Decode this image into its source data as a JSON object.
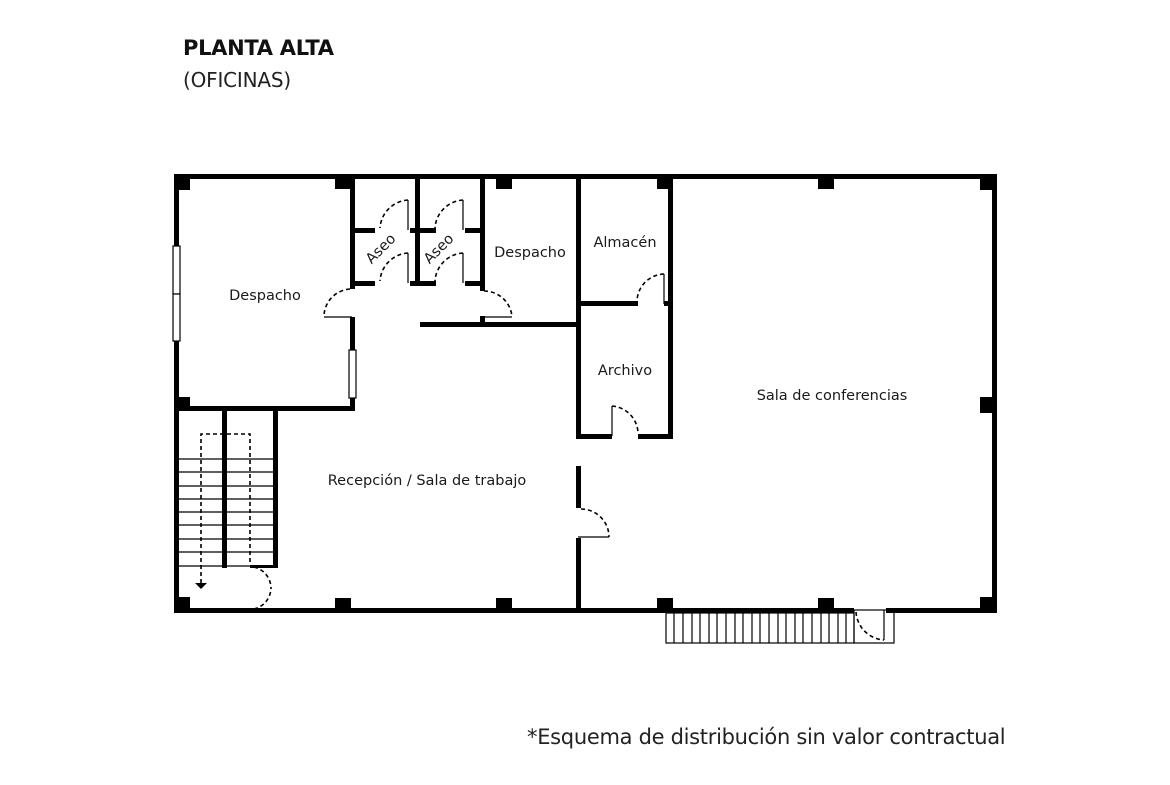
{
  "header": {
    "title": "PLANTA ALTA",
    "subtitle": "(OFICINAS)"
  },
  "rooms": [
    {
      "id": "despacho-1",
      "label": "Despacho"
    },
    {
      "id": "aseo-1",
      "label": "Aseo"
    },
    {
      "id": "aseo-2",
      "label": "Aseo"
    },
    {
      "id": "despacho-2",
      "label": "Despacho"
    },
    {
      "id": "almacen",
      "label": "Almacén"
    },
    {
      "id": "archivo",
      "label": "Archivo"
    },
    {
      "id": "sala-conferencias",
      "label": "Sala de conferencias"
    },
    {
      "id": "recepcion",
      "label": "Recepción / Sala de trabajo"
    }
  ],
  "colors": {
    "wall": "#000000",
    "background": "#ffffff",
    "text": "#1a1a1a"
  },
  "footer": {
    "note": "*Esquema de distribución sin valor contractual"
  }
}
